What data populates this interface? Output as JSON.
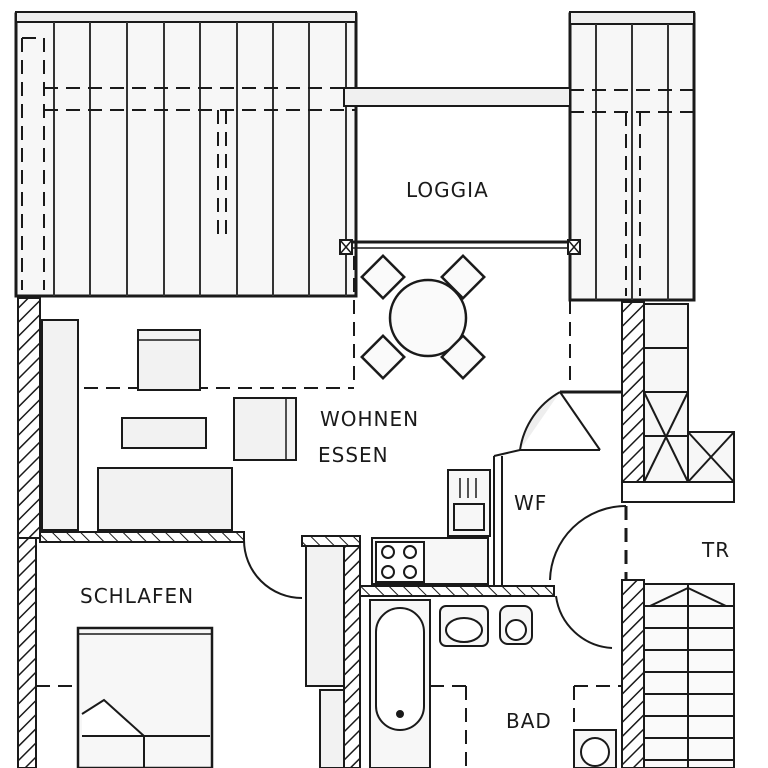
{
  "rooms": {
    "loggia": "LOGGIA",
    "wohnen": "WOHNEN",
    "essen": "ESSEN",
    "wf": "WF",
    "treppe": "TR",
    "schlafen": "SCHLAFEN",
    "bad": "BAD"
  },
  "colors": {
    "wall": "#1a1a1a",
    "furniture": "#f2f2f2",
    "background": "#ffffff"
  }
}
